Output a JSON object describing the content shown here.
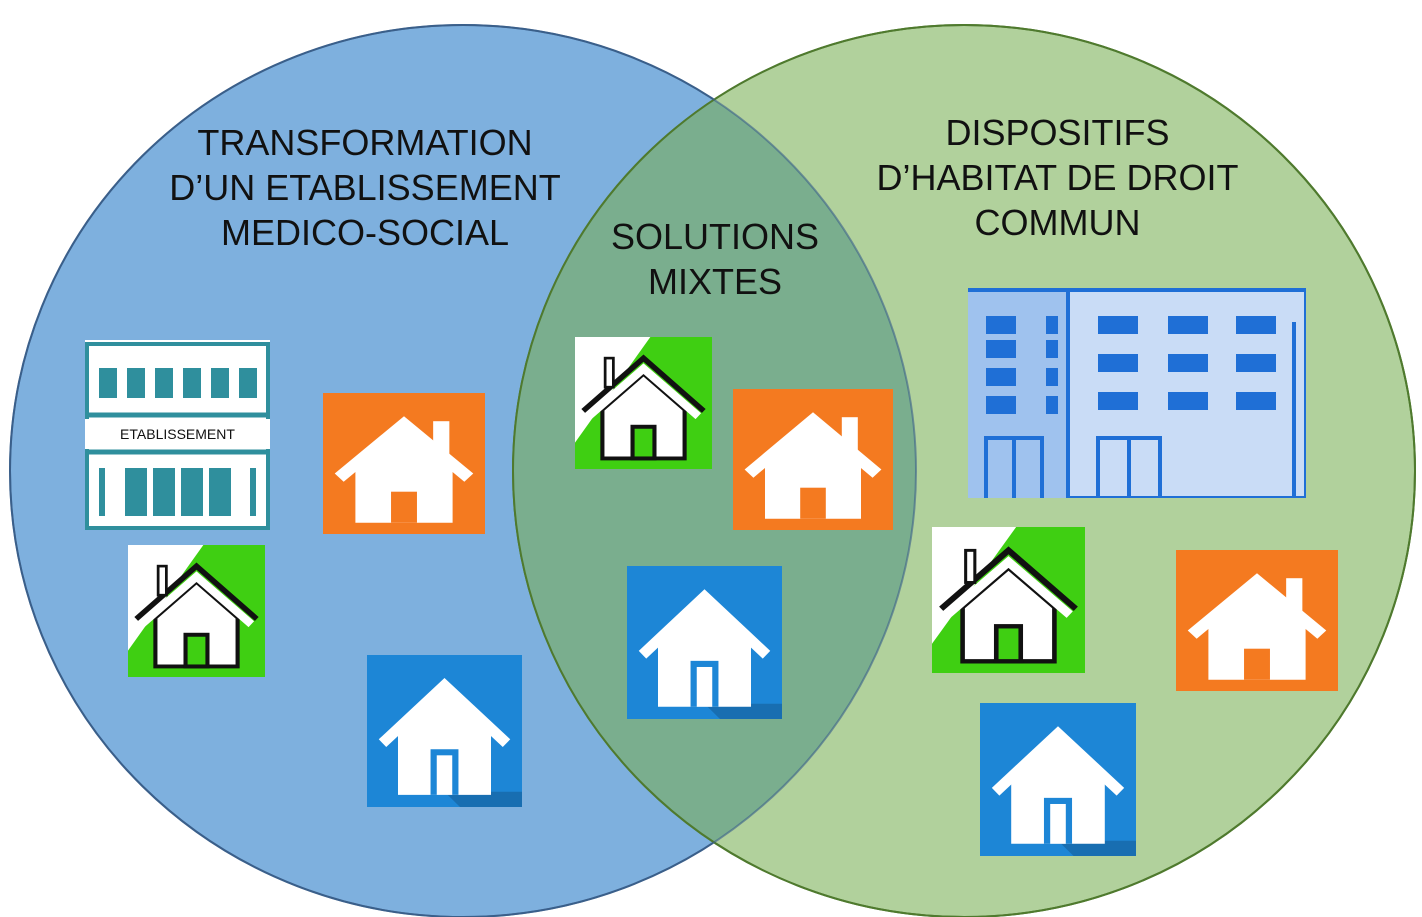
{
  "sets": {
    "left": {
      "lines": [
        "TRANSFORMATION",
        "D’UN ETABLISSEMENT",
        "MEDICO-SOCIAL"
      ],
      "color": "#7eb0de",
      "stroke": "#3b5f8a"
    },
    "right": {
      "lines": [
        "DISPOSITIFS",
        "D’HABITAT DE DROIT",
        "COMMUN"
      ],
      "color": "#b1d19c",
      "stroke": "#4f7a2e"
    },
    "overlap": {
      "lines": [
        "SOLUTIONS",
        "MIXTES"
      ],
      "color": "#7aae8e"
    }
  },
  "icons": {
    "establishment": {
      "name": "building-establishment-icon",
      "caption": "ETABLISSEMENT",
      "color": "#2f8f9d"
    },
    "green_house": {
      "name": "green-house-icon",
      "color": "#3fcf12"
    },
    "orange_house": {
      "name": "orange-house-icon",
      "color": "#f47a20"
    },
    "blue_house": {
      "name": "blue-house-icon",
      "color": "#1d86d6"
    },
    "apartment": {
      "name": "apartment-building-icon",
      "color": "#1f6fd6"
    }
  }
}
